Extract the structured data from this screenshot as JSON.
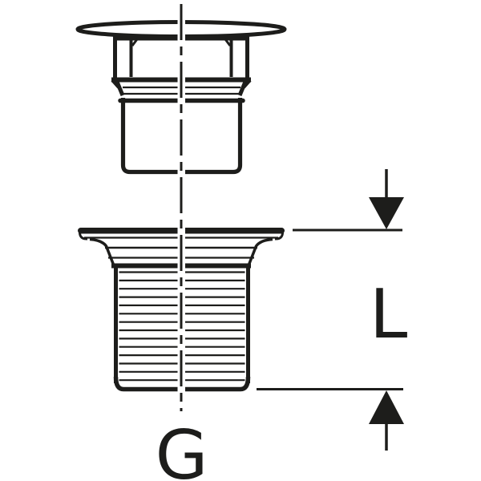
{
  "page": {
    "background_color": "#ffffff",
    "line_color": "#1d1d1b"
  },
  "figure": {
    "kind": "technical-line-drawing",
    "parts": [
      {
        "name": "valve-plug-with-cap"
      },
      {
        "name": "threaded-valve-body-with-flange"
      }
    ],
    "dimension_label": "L",
    "thread_label": "G"
  }
}
